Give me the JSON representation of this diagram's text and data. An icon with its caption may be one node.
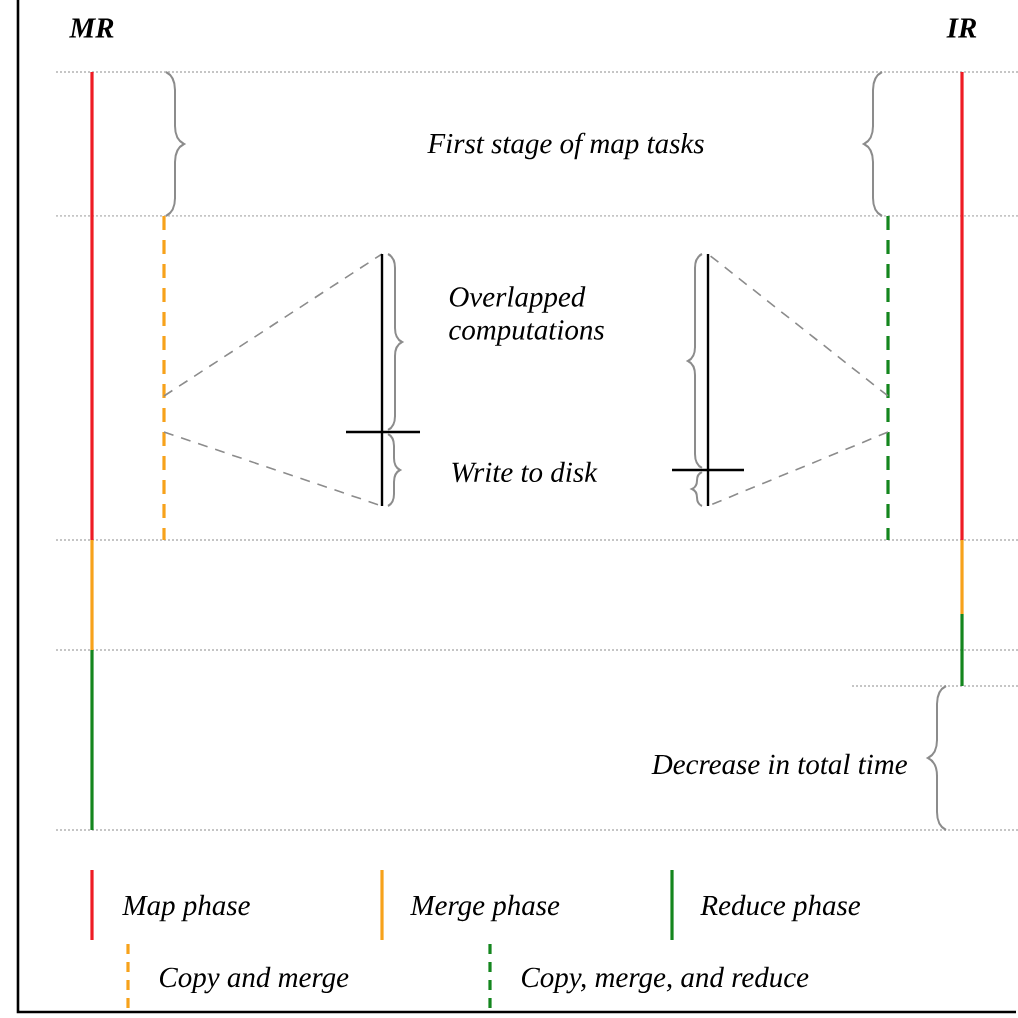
{
  "diagram": {
    "labels": [
      "MR",
      "IR",
      "First stage of map tasks",
      "Overlapped computations",
      "Write to disk",
      "Decrease in total time"
    ],
    "legend": [
      {
        "text": "Map phase"
      },
      {
        "text": "Merge phase"
      },
      {
        "text": "Reduce phase"
      },
      {
        "text": "Copy and merge"
      },
      {
        "text": "Copy, merge, and reduce"
      }
    ]
  }
}
